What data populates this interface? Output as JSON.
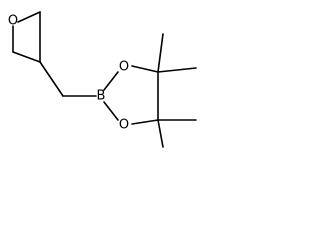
{
  "molecule": {
    "atom_labels": {
      "oxetane_oxygen": "O",
      "boron": "B",
      "ring_oxygen_top": "O",
      "ring_oxygen_bottom": "O"
    },
    "colors": {
      "bond": "#000000",
      "label": "#000000",
      "background": "#ffffff"
    }
  }
}
